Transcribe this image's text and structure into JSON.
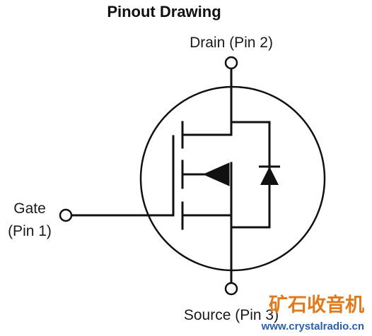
{
  "title": "Pinout Drawing",
  "pins": {
    "drain": "Drain (Pin 2)",
    "gate_line1": "Gate",
    "gate_line2": "(Pin 1)",
    "source": "Source (Pin 3)"
  },
  "watermark": {
    "text": "矿石收音机",
    "url": "www.crystalradio.cn"
  }
}
